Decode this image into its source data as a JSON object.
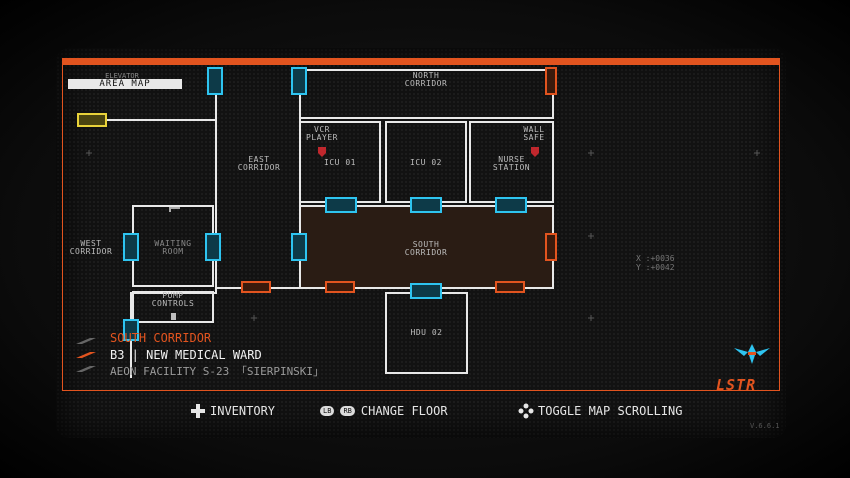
{
  "map": {
    "elevator_label": "ELEVATOR",
    "area_map_label": "AREA MAP",
    "rooms": {
      "north_corridor": "NORTH\nCORRIDOR",
      "east_corridor": "EAST\nCORRIDOR",
      "west_corridor": "WEST\nCORRIDOR",
      "south_corridor": "SOUTH\nCORRIDOR",
      "icu_01": "ICU 01",
      "icu_02": "ICU 02",
      "nurse_station": "NURSE\nSTATION",
      "waiting_room": "WAITING\nROOM",
      "pump_controls": "PUMP\nCONTROLS",
      "hdu_02": "HDU 02"
    },
    "markers": {
      "vcr_player": "VCR\nPLAYER",
      "wall_safe": "WALL\nSAFE"
    },
    "coords": "X :+0036\nY :+0042",
    "colors": {
      "accent": "#e2541f",
      "door_open": "#2ec4f0",
      "door_special": "#e8d23a",
      "wall": "#e8e8e8"
    }
  },
  "location": {
    "room": "SOUTH CORRIDOR",
    "floor": "B3 | NEW MEDICAL WARD",
    "facility": "AEON FACILITY S-23 「SIERPINSKI」"
  },
  "logo": {
    "text": "LSTR",
    "icon": "winged-emblem-icon"
  },
  "footer": {
    "inventory": "INVENTORY",
    "lb": "LB",
    "rb": "RB",
    "change_floor": "CHANGE FLOOR",
    "toggle_scroll": "TOGGLE MAP SCROLLING"
  },
  "version": "V.6.6.1"
}
